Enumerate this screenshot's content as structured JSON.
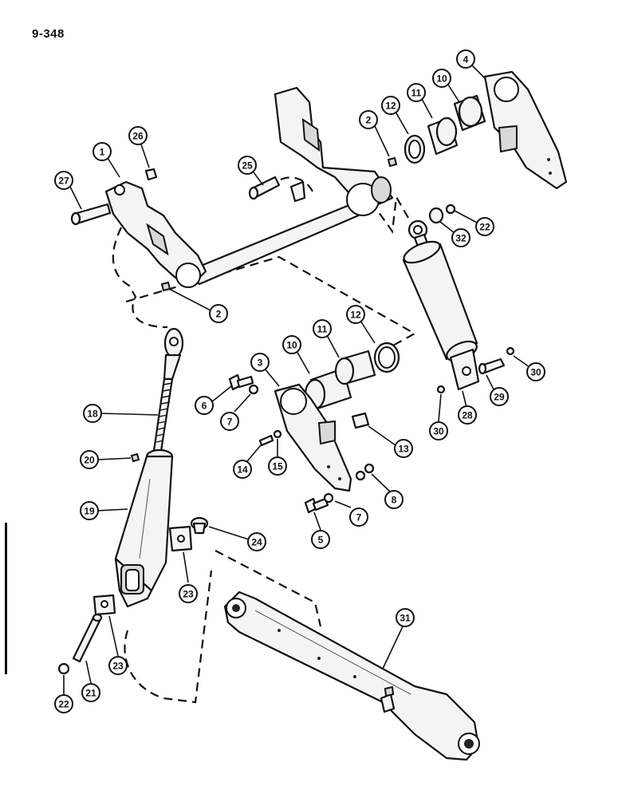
{
  "page_number": "9-348",
  "callouts": [
    {
      "id": "c1",
      "label": "1"
    },
    {
      "id": "c26",
      "label": "26"
    },
    {
      "id": "c27",
      "label": "27"
    },
    {
      "id": "c25",
      "label": "25"
    },
    {
      "id": "c2a",
      "label": "2"
    },
    {
      "id": "c12a",
      "label": "12"
    },
    {
      "id": "c11a",
      "label": "11"
    },
    {
      "id": "c10a",
      "label": "10"
    },
    {
      "id": "c4",
      "label": "4"
    },
    {
      "id": "c22a",
      "label": "22"
    },
    {
      "id": "c32",
      "label": "32"
    },
    {
      "id": "c2b",
      "label": "2"
    },
    {
      "id": "c3",
      "label": "3"
    },
    {
      "id": "c10b",
      "label": "10"
    },
    {
      "id": "c11b",
      "label": "11"
    },
    {
      "id": "c12b",
      "label": "12"
    },
    {
      "id": "c30a",
      "label": "30"
    },
    {
      "id": "c29",
      "label": "29"
    },
    {
      "id": "c28",
      "label": "28"
    },
    {
      "id": "c30b",
      "label": "30"
    },
    {
      "id": "c6",
      "label": "6"
    },
    {
      "id": "c7a",
      "label": "7"
    },
    {
      "id": "c18",
      "label": "18"
    },
    {
      "id": "c13",
      "label": "13"
    },
    {
      "id": "c20",
      "label": "20"
    },
    {
      "id": "c14",
      "label": "14"
    },
    {
      "id": "c15",
      "label": "15"
    },
    {
      "id": "c8",
      "label": "8"
    },
    {
      "id": "c19",
      "label": "19"
    },
    {
      "id": "c7b",
      "label": "7"
    },
    {
      "id": "c24",
      "label": "24"
    },
    {
      "id": "c5",
      "label": "5"
    },
    {
      "id": "c23a",
      "label": "23"
    },
    {
      "id": "c31",
      "label": "31"
    },
    {
      "id": "c23b",
      "label": "23"
    },
    {
      "id": "c22b",
      "label": "22"
    },
    {
      "id": "c21",
      "label": "21"
    }
  ]
}
